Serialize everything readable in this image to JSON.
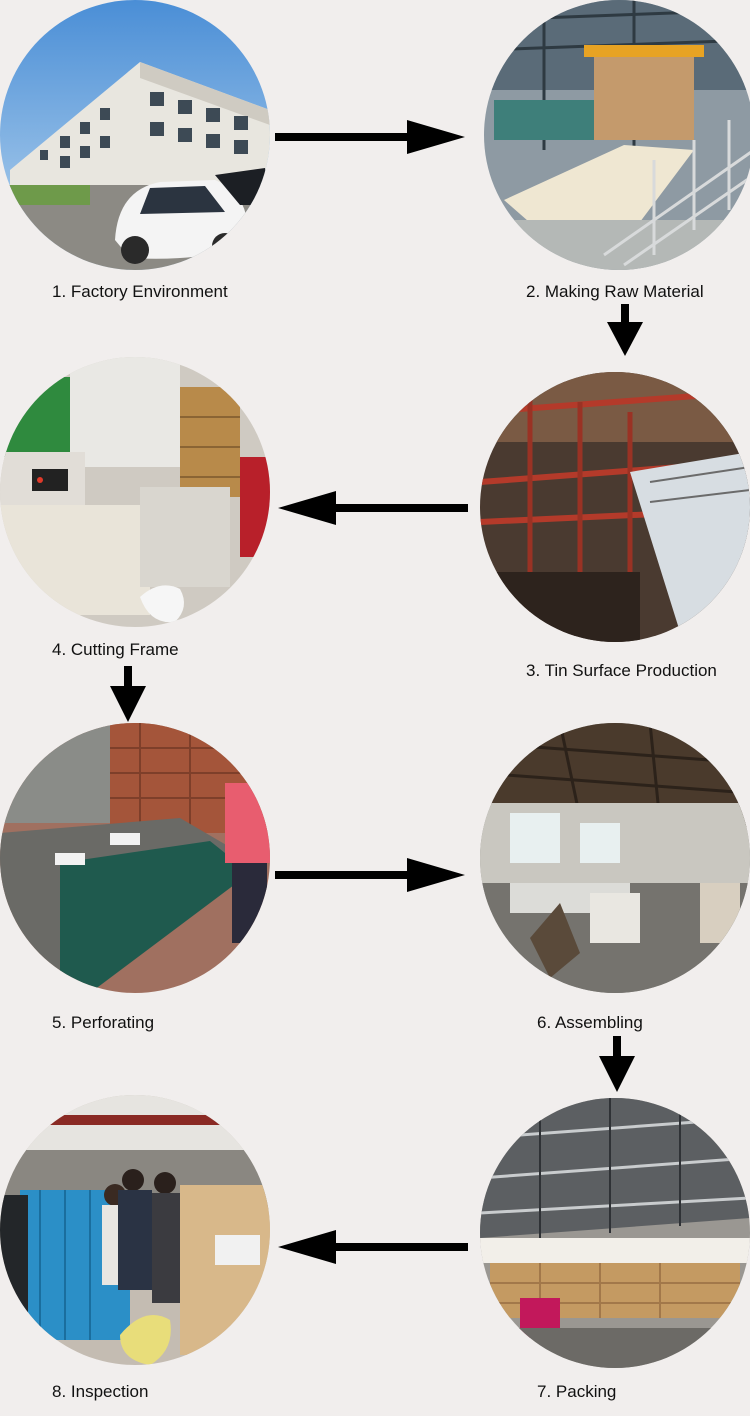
{
  "steps": [
    {
      "label": "1. Factory Environment",
      "photo": "factory-building-photo"
    },
    {
      "label": "2. Making Raw Material",
      "photo": "paper-machine-photo"
    },
    {
      "label": "3. Tin Surface Production",
      "photo": "production-line-photo"
    },
    {
      "label": "4. Cutting Frame",
      "photo": "cutting-machine-photo"
    },
    {
      "label": "5. Perforating",
      "photo": "perforating-table-photo"
    },
    {
      "label": "6. Assembling",
      "photo": "assembly-warehouse-photo"
    },
    {
      "label": "7. Packing",
      "photo": "packing-warehouse-photo"
    },
    {
      "label": "8. Inspection",
      "photo": "inspection-photo"
    }
  ],
  "arrows": [
    {
      "from": 1,
      "to": 2,
      "direction": "right"
    },
    {
      "from": 2,
      "to": 3,
      "direction": "down"
    },
    {
      "from": 3,
      "to": 4,
      "direction": "left"
    },
    {
      "from": 4,
      "to": 5,
      "direction": "down"
    },
    {
      "from": 5,
      "to": 6,
      "direction": "right"
    },
    {
      "from": 6,
      "to": 7,
      "direction": "down"
    },
    {
      "from": 7,
      "to": 8,
      "direction": "left"
    }
  ],
  "colors": {
    "background": "#f1eeed",
    "arrow": "#000000",
    "text": "#111111"
  }
}
